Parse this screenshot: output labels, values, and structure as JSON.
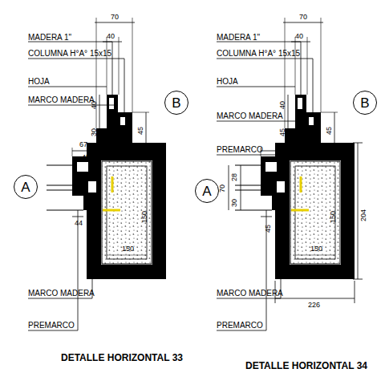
{
  "diagram": {
    "nodes": [
      {
        "text": [
          "B"
        ]
      },
      {
        "text": [
          "A"
        ]
      },
      {
        "text": [
          "B"
        ]
      },
      {
        "text": [
          "A"
        ]
      }
    ],
    "labels": [
      "MADERA 1\"",
      "COLUMNA H°A° 15x15",
      "HOJA",
      "MARCO MADERA",
      "70",
      "40",
      "40",
      "45",
      "30",
      "67",
      "45",
      "44",
      "150",
      "150",
      "MARCO MADERA",
      "PREMARCO",
      "DETALLE HORIZONTAL 33",
      "MADERA 1\"",
      "COLUMNA H°A° 15x15",
      "HOJA",
      "MARCO MADERA",
      "PREMARCO",
      "70",
      "40",
      "40",
      "45",
      "45",
      "28",
      "30",
      "70",
      "45",
      "204",
      "226",
      "150",
      "150",
      "MARCO MADERA",
      "PREMARCO",
      "DETALLE HORIZONTAL 34"
    ]
  }
}
